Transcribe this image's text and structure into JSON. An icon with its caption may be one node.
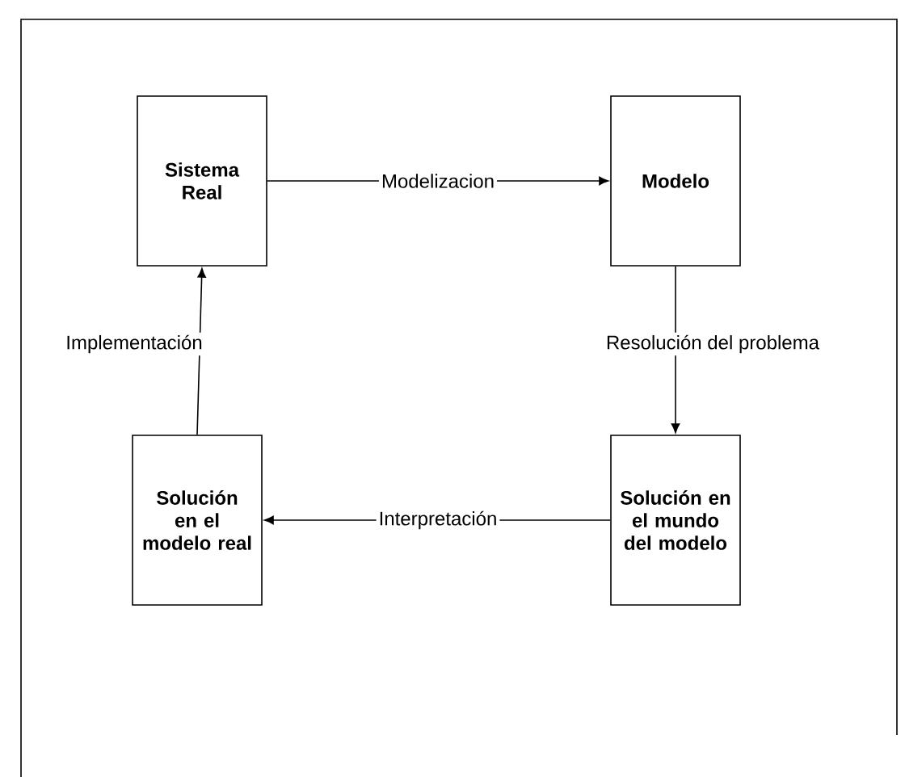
{
  "diagram": {
    "nodes": [
      {
        "text": [
          "Sistema Real"
        ]
      },
      {
        "text": [
          "Modelo"
        ]
      },
      {
        "text": [
          "Solución en el mundo del modelo"
        ]
      },
      {
        "text": [
          "Solución en el modelo real"
        ]
      }
    ],
    "edges": [
      {
        "from": 0,
        "to": 1,
        "arrow": "to",
        "label": "Modelizacion"
      },
      {
        "from": 1,
        "to": 2,
        "arrow": "to",
        "label": "Resolución del problema"
      },
      {
        "from": 2,
        "to": 3,
        "arrow": "to",
        "label": "Interpretación"
      },
      {
        "from": 3,
        "to": 0,
        "arrow": "to",
        "label": "Implementación"
      }
    ]
  }
}
